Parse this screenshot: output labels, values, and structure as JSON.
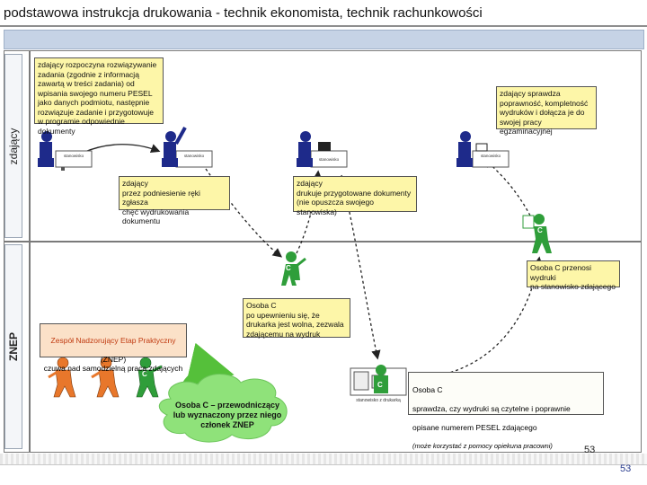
{
  "title": "podstawowa instrukcja drukowania - technik ekonomista, technik rachunkowości",
  "lanes": {
    "top": "zdający",
    "bottom": "ZNEP"
  },
  "notes": {
    "n1": "zdający rozpoczyna rozwiązywanie\nzadania (zgodnie z informacją\nzawartą w treści zadania) od\nwpisania swojego numeru PESEL\njako danych podmiotu, następnie\nrozwiązuje zadanie i przygotowuje\nw programie odpowiednie dokumenty",
    "n2": "zdający\nprzez podniesienie ręki zgłasza\nchęć wydrukowania dokumentu",
    "n3": "zdający\ndrukuje przygotowane dokumenty\n(nie opuszcza swojego stanowiska)",
    "n4": "zdający sprawdza\npoprawność, kompletność\nwydruków i dołącza je do\nswojej pracy egzaminacyjnej",
    "n5": "Osoba C\npo upewnieniu się, że\ndrukarka jest wolna, zezwala\nzdającemu na wydruk",
    "n6": "Osoba C przenosi wydruki\nna stanowisko zdającego",
    "n7_line1": "Osoba C",
    "n7_line2": "sprawdza, czy wydruki są czytelne i poprawnie",
    "n7_line3": "opisane numerem PESEL zdającego",
    "n7_line4": "(może korzystać z pomocy opiekuna pracowni)",
    "znep_head": "Zespół Nadzorujący Etap Praktyczny",
    "znep_rest": "(ZNEP)\nczuwa nad samodzielną pracą zdających"
  },
  "cloud": "Osoba C – przewodniczący\nlub wyznaczony przez niego\nczłonek ZNEP",
  "stations": {
    "s1": "stanowisko",
    "s2": "stanowisko",
    "s3": "stanowisko",
    "s4": "stanowisko",
    "printer": "stanowisko z drukarką"
  },
  "badge": "C",
  "page_number": "53",
  "colors": {
    "note": "#fdf6a8",
    "green": "#2f9e3a",
    "orange": "#e8772b",
    "navy": "#1e2a8a",
    "band": "#c6d3e6"
  }
}
